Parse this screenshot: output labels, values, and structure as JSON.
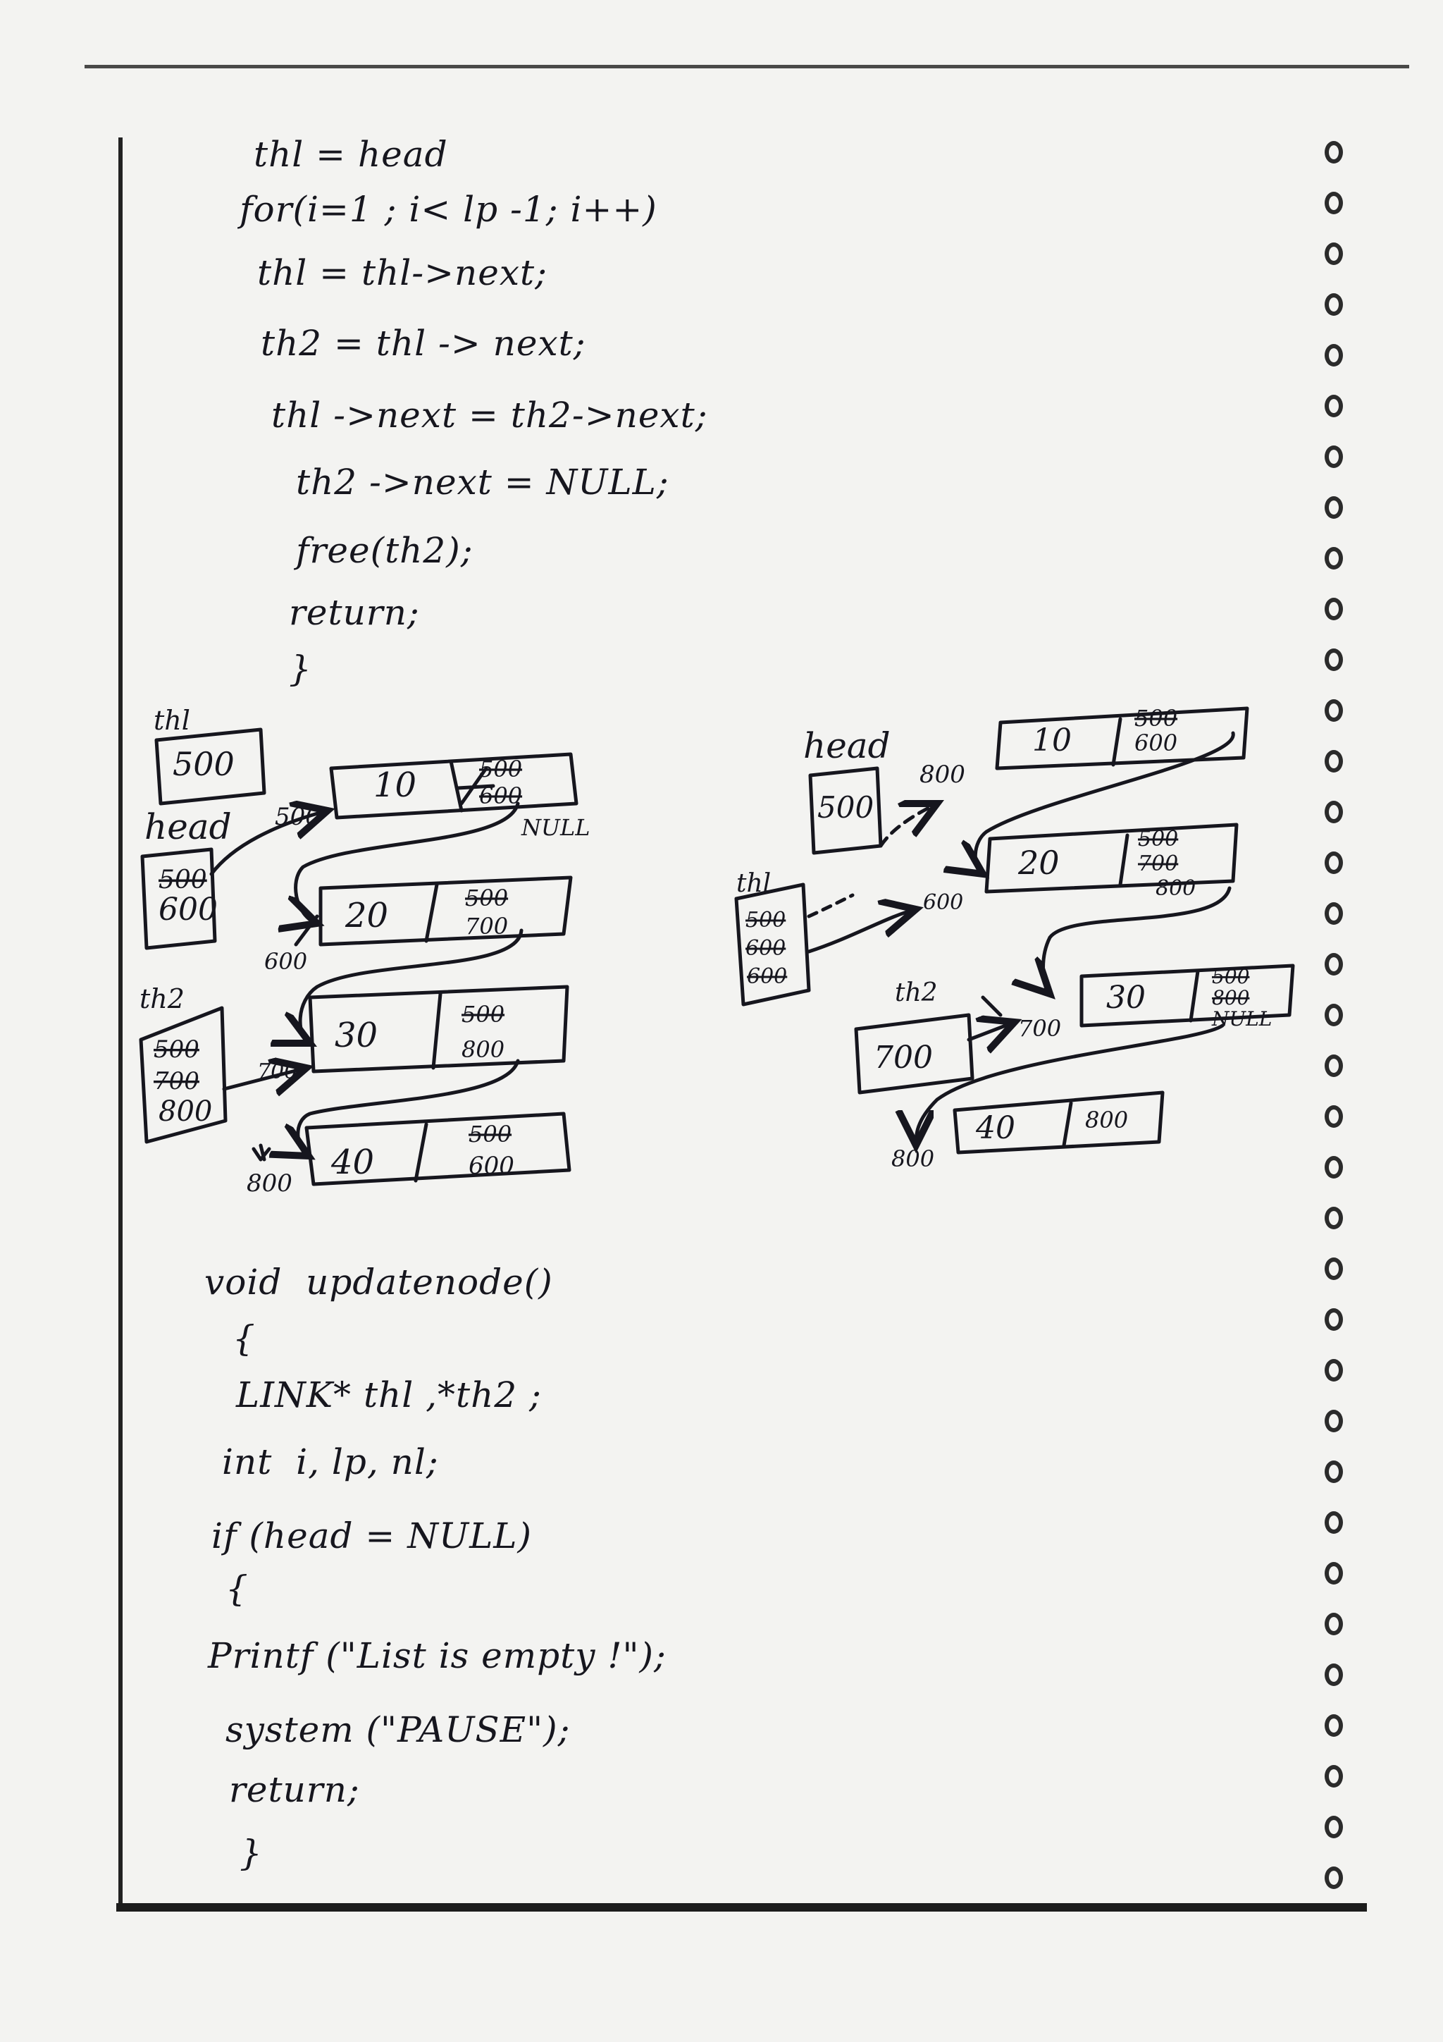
{
  "code_top": [
    "thl = head",
    "for(i=1 ; i< lp -1; i++)",
    "thl = thl->next;",
    "th2 = thl -> next;",
    "thl ->next = th2->next;",
    "th2 ->next = NULL;",
    "free(th2);",
    "return;",
    "}"
  ],
  "code_bottom": [
    "void  updatenode()",
    "{",
    "LINK* thl ,*th2 ;",
    "int  i, lp, nl;",
    "if (head = NULL)",
    "{",
    "Printf (\"List is empty !\");",
    "system (\"PAUSE\");",
    "return;",
    "}"
  ],
  "left_diagram": {
    "thl_label": "thl",
    "thl_value": "500",
    "head_label": "head",
    "head_old": "500",
    "head_value": "600",
    "th2_label": "th2",
    "th2_values": [
      "500",
      "700",
      "800"
    ],
    "nodes": [
      {
        "data": "10",
        "old": "500",
        "new": "600",
        "addr_in": "500",
        "tail": "NULL"
      },
      {
        "data": "20",
        "old": "500",
        "new": "700",
        "addr_in": "600"
      },
      {
        "data": "30",
        "old": "500",
        "new": "800",
        "addr_in": "700"
      },
      {
        "data": "40",
        "old": "500",
        "new": "600",
        "addr_in": "800"
      }
    ]
  },
  "right_diagram": {
    "head_label": "head",
    "head_value": "500",
    "thl_label": "thl",
    "thl_values": [
      "500",
      "600",
      "600"
    ],
    "th2_label": "th2",
    "th2_value": "700",
    "nodes": [
      {
        "data": "10",
        "old": "500",
        "new": "600",
        "addr_in": "800"
      },
      {
        "data": "20",
        "old": "500",
        "new": "700",
        "extra": "800",
        "addr_in": "600"
      },
      {
        "data": "30",
        "old": "500",
        "new": "800",
        "tail": "NULL",
        "addr_in": "700"
      },
      {
        "data": "40",
        "new": "800",
        "addr_in": "800"
      }
    ]
  }
}
